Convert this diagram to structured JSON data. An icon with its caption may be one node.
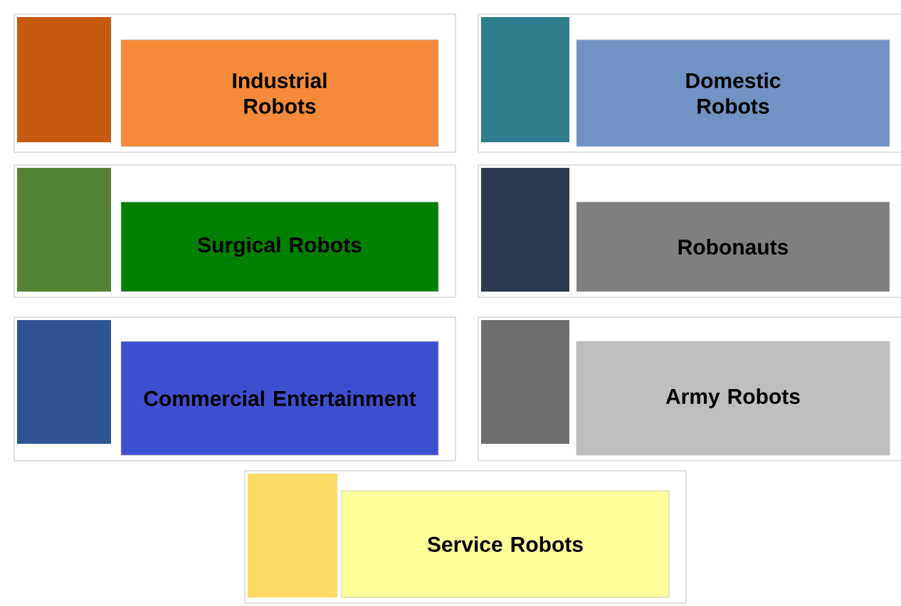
{
  "diagram": {
    "nodes": [
      {
        "text": [
          "Industrial Robots"
        ]
      },
      {
        "text": [
          "Domestic Robots"
        ]
      },
      {
        "text": [
          "Surgical Robots"
        ]
      },
      {
        "text": [
          "Robonauts"
        ]
      },
      {
        "text": [
          "Commercial Entertainment"
        ]
      },
      {
        "text": [
          "Army Robots"
        ]
      },
      {
        "text": [
          "Service Robots"
        ]
      }
    ]
  }
}
